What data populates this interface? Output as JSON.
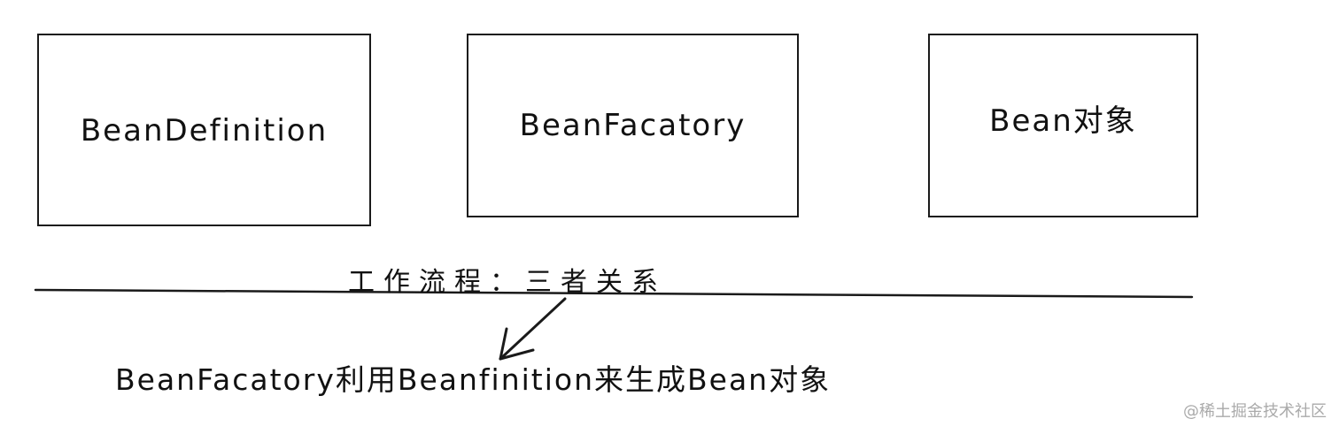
{
  "boxes": [
    {
      "label": "BeanDefinition"
    },
    {
      "label": "BeanFacatory"
    },
    {
      "label": "Bean对象"
    }
  ],
  "heading": "工作流程：三者关系",
  "flow_text": "BeanFacatory利用Beanfinition来生成Bean对象",
  "watermark": "@稀土掘金技术社区"
}
